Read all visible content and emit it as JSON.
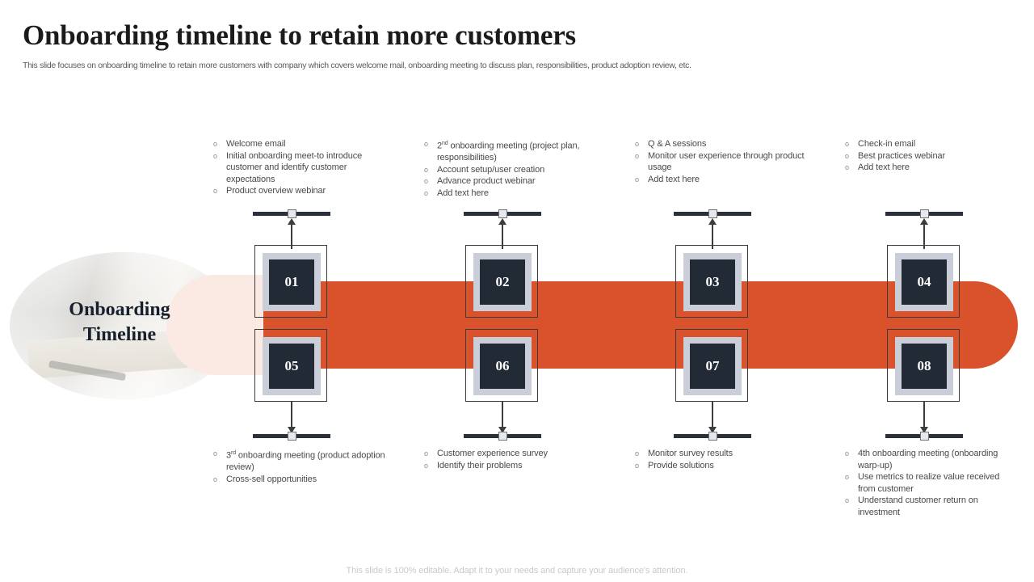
{
  "header": {
    "title": "Onboarding timeline to retain more customers",
    "subtitle": "This slide focuses on onboarding timeline to retain more customers with company which covers welcome mail, onboarding meeting to discuss plan, responsibilities, product adoption review, etc."
  },
  "badge": {
    "line1": "Onboarding",
    "line2": "Timeline"
  },
  "colors": {
    "accent_orange": "#d9522b",
    "accent_pink": "#fbeae4",
    "step_dark": "#222a35",
    "step_frame": "#c9ced8",
    "text_gray": "#4a4a4a"
  },
  "steps": [
    {
      "number": "01",
      "row": "top"
    },
    {
      "number": "02",
      "row": "top"
    },
    {
      "number": "03",
      "row": "top"
    },
    {
      "number": "04",
      "row": "top"
    },
    {
      "number": "05",
      "row": "bottom"
    },
    {
      "number": "06",
      "row": "bottom"
    },
    {
      "number": "07",
      "row": "bottom"
    },
    {
      "number": "08",
      "row": "bottom"
    }
  ],
  "top_lists": [
    {
      "step": "01",
      "items": [
        "Welcome email",
        "Initial onboarding meet-to introduce customer and identify customer expectations",
        "Product overview webinar"
      ]
    },
    {
      "step": "02",
      "items": [
        "2<sup>nd</sup> onboarding meeting (project plan, responsibilities)",
        "Account setup/user creation",
        "Advance product webinar",
        "Add text here"
      ]
    },
    {
      "step": "03",
      "items": [
        "Q & A sessions",
        "Monitor user experience through product usage",
        "Add text here"
      ]
    },
    {
      "step": "04",
      "items": [
        "Check-in email",
        "Best practices webinar",
        "Add text here"
      ]
    }
  ],
  "bottom_lists": [
    {
      "step": "05",
      "items": [
        "3<sup>rd</sup> onboarding meeting (product adoption review)",
        "Cross-sell opportunities"
      ]
    },
    {
      "step": "06",
      "items": [
        "Customer experience survey",
        "Identify their problems"
      ]
    },
    {
      "step": "07",
      "items": [
        "Monitor survey results",
        "Provide solutions"
      ]
    },
    {
      "step": "08",
      "items": [
        "4th onboarding meeting (onboarding warp-up)",
        "Use metrics to realize value received from customer",
        "Understand customer return on investment"
      ]
    }
  ],
  "bullet_marker": "o",
  "footer": {
    "note": "This slide is 100% editable. Adapt it to your needs and capture your audience's attention."
  }
}
